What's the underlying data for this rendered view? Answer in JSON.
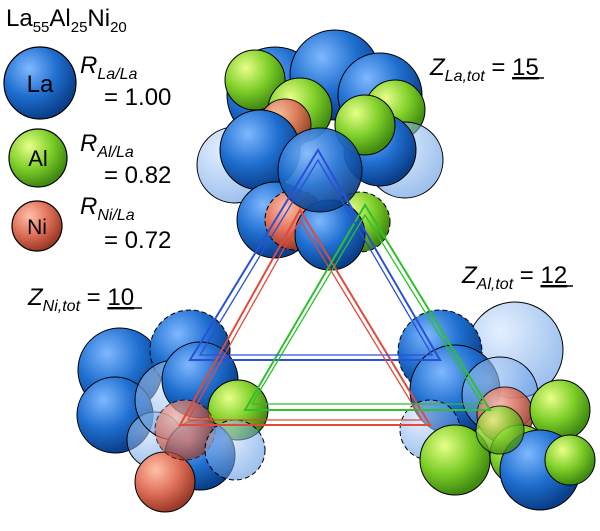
{
  "composition": {
    "base": "La",
    "sub1": "55",
    "el2": "Al",
    "sub2": "25",
    "el3": "Ni",
    "sub3": "20"
  },
  "legend": [
    {
      "label": "La",
      "ratio_sub": "La/La",
      "ratio_value": "= 1.00",
      "color": "#1f6fd0"
    },
    {
      "label": "Al",
      "ratio_sub": "Al/La",
      "ratio_value": "= 0.82",
      "color": "#7fcf2a"
    },
    {
      "label": "Ni",
      "ratio_sub": "Ni/La",
      "ratio_value": "= 0.72",
      "color": "#e0705a"
    }
  ],
  "coordination": {
    "la": {
      "sub": "La,tot",
      "eq": " = ",
      "value": "15"
    },
    "al": {
      "sub": "Al,tot",
      "eq": " = ",
      "value": "12"
    },
    "ni": {
      "sub": "Ni,tot",
      "eq": " = ",
      "value": "10"
    }
  },
  "triangle_colors": {
    "la": "#2a4fd8",
    "al": "#2fbf2f",
    "ni": "#e04a3a"
  }
}
